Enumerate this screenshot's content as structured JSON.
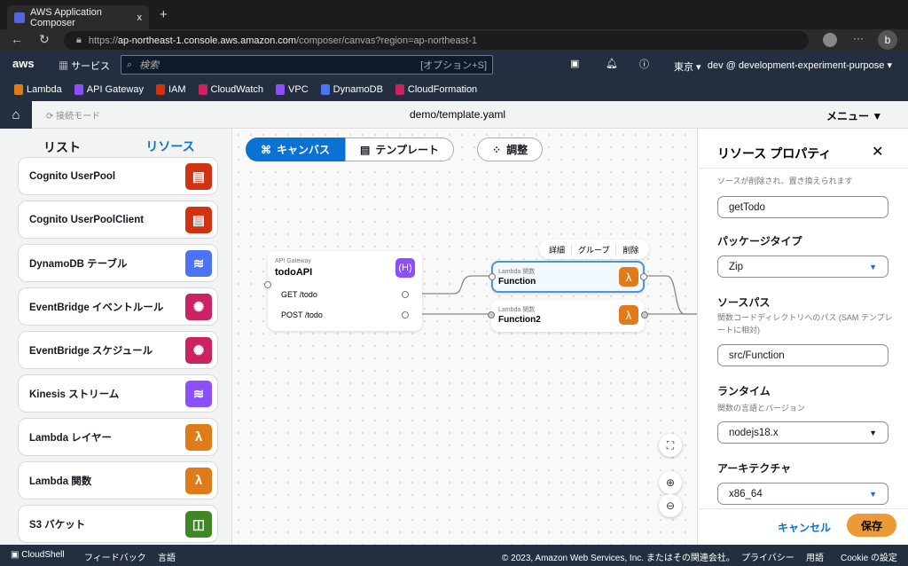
{
  "browser": {
    "tab_title": "AWS Application Composer",
    "close": "x",
    "new_tab": "+",
    "url_prefix": "https://",
    "url_host": "ap-northeast-1.console.aws.amazon.com",
    "url_path": "/composer/canvas?region=ap-northeast-1"
  },
  "awsnav": {
    "logo": "aws",
    "services": "サービス",
    "search_placeholder": "検索",
    "search_shortcut": "[オプション+S]",
    "region": "東京 ▾",
    "account": "dev @ development-experiment-purpose ▾"
  },
  "favorites": [
    {
      "label": "Lambda",
      "color": "#e07b1a"
    },
    {
      "label": "API Gateway",
      "color": "#8c4fff"
    },
    {
      "label": "IAM",
      "color": "#d13212"
    },
    {
      "label": "CloudWatch",
      "color": "#cc2264"
    },
    {
      "label": "VPC",
      "color": "#8c4fff"
    },
    {
      "label": "DynamoDB",
      "color": "#4d72f3"
    },
    {
      "label": "CloudFormation",
      "color": "#cc2264"
    }
  ],
  "apphdr": {
    "connect_mode": "接続モード",
    "file": "demo/template.yaml",
    "menu": "メニュー ▼"
  },
  "left": {
    "tabs": [
      "リスト",
      "リソース"
    ],
    "items": [
      {
        "label": "Cognito UserPool",
        "color": "#d13212",
        "glyph": "▤"
      },
      {
        "label": "Cognito UserPoolClient",
        "color": "#d13212",
        "glyph": "▤"
      },
      {
        "label": "DynamoDB テーブル",
        "color": "#4d72f3",
        "glyph": "≋"
      },
      {
        "label": "EventBridge イベントルール",
        "color": "#cc2264",
        "glyph": "✺"
      },
      {
        "label": "EventBridge スケジュール",
        "color": "#cc2264",
        "glyph": "✺"
      },
      {
        "label": "Kinesis ストリーム",
        "color": "#8c4fff",
        "glyph": "≋"
      },
      {
        "label": "Lambda レイヤー",
        "color": "#e07b1a",
        "glyph": "λ"
      },
      {
        "label": "Lambda 関数",
        "color": "#e07b1a",
        "glyph": "λ"
      },
      {
        "label": "S3 バケット",
        "color": "#3f8624",
        "glyph": "◫"
      }
    ]
  },
  "canvas": {
    "tab_canvas": "キャンバス",
    "tab_template": "テンプレート",
    "arrange": "調整",
    "api": {
      "type": "API Gateway",
      "name": "todoAPI",
      "routes": [
        "GET /todo",
        "POST /todo"
      ]
    },
    "menu": [
      "詳細",
      "グループ",
      "削除"
    ],
    "fn1": {
      "type": "Lambda 関数",
      "name": "Function"
    },
    "fn2": {
      "type": "Lambda 関数",
      "name": "Function2"
    }
  },
  "right": {
    "title": "リソース プロパティ",
    "close": "✕",
    "truncated_desc": "ソースが削除され、置き換えられます",
    "logical_id": "getTodo",
    "package_label": "パッケージタイプ",
    "package_value": "Zip",
    "source_label": "ソースパス",
    "source_desc": "関数コードディレクトリへのパス (SAM テンプレートに相対)",
    "source_value": "src/Function",
    "runtime_label": "ランタイム",
    "runtime_desc": "関数の言語とバージョン",
    "runtime_value": "nodejs18.x",
    "arch_label": "アーキテクチャ",
    "arch_value": "x86_64",
    "cancel": "キャンセル",
    "save": "保存"
  },
  "footer": {
    "cloudshell": "CloudShell",
    "feedback": "フィードバック",
    "language": "言語",
    "copyright": "© 2023, Amazon Web Services, Inc. またはその関連会社。",
    "privacy": "プライバシー",
    "terms": "用語",
    "cookie": "Cookie の設定"
  }
}
